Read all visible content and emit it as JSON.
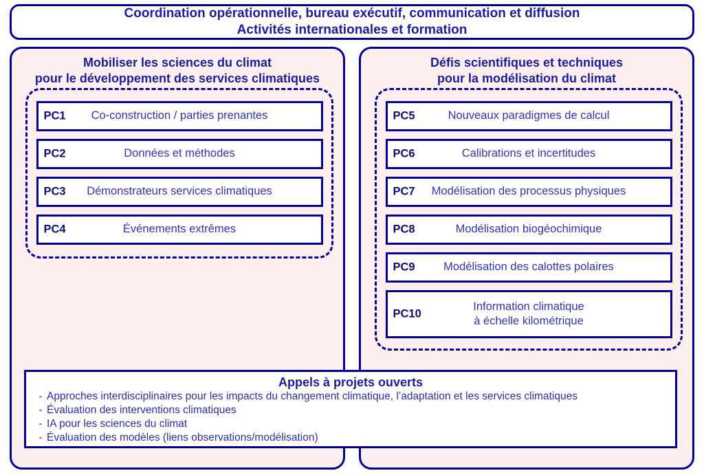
{
  "header": {
    "line1": "Coordination opérationnelle, bureau exécutif, communication et diffusion",
    "line2": "Activités internationales et formation"
  },
  "left_panel": {
    "title_line1": "Mobiliser les sciences du climat",
    "title_line2": "pour le développement des services climatiques",
    "items": [
      {
        "code": "PC1",
        "label": "Co-construction / parties prenantes"
      },
      {
        "code": "PC2",
        "label": "Données et méthodes"
      },
      {
        "code": "PC3",
        "label": "Démonstrateurs services climatiques"
      },
      {
        "code": "PC4",
        "label": "Événements extrêmes"
      }
    ]
  },
  "right_panel": {
    "title_line1": "Défis scientifiques et techniques",
    "title_line2": "pour la modélisation du climat",
    "items": [
      {
        "code": "PC5",
        "label": "Nouveaux paradigmes de calcul"
      },
      {
        "code": "PC6",
        "label": "Calibrations et incertitudes"
      },
      {
        "code": "PC7",
        "label": "Modélisation des processus physiques"
      },
      {
        "code": "PC8",
        "label": "Modélisation biogéochimique"
      },
      {
        "code": "PC9",
        "label": "Modélisation des calottes polaires"
      },
      {
        "code": "PC10",
        "label": "Information climatique\nà échelle kilométrique"
      }
    ]
  },
  "open_calls": {
    "title": "Appels à projets ouverts",
    "bullet": "-",
    "items": [
      "Approches interdisciplinaires pour les impacts du changement climatique, l’adaptation et les services climatiques",
      "Évaluation des interventions climatiques",
      "IA pour les sciences du climat",
      "Évaluation des modèles (liens observations/modélisation)"
    ]
  },
  "colors": {
    "border_blue": "#000091",
    "title_text": "#1d1d96",
    "label_text": "#3434a8",
    "code_text": "#0d0d72",
    "panel_pink": "#fdeef0",
    "box_white": "#ffffff"
  }
}
